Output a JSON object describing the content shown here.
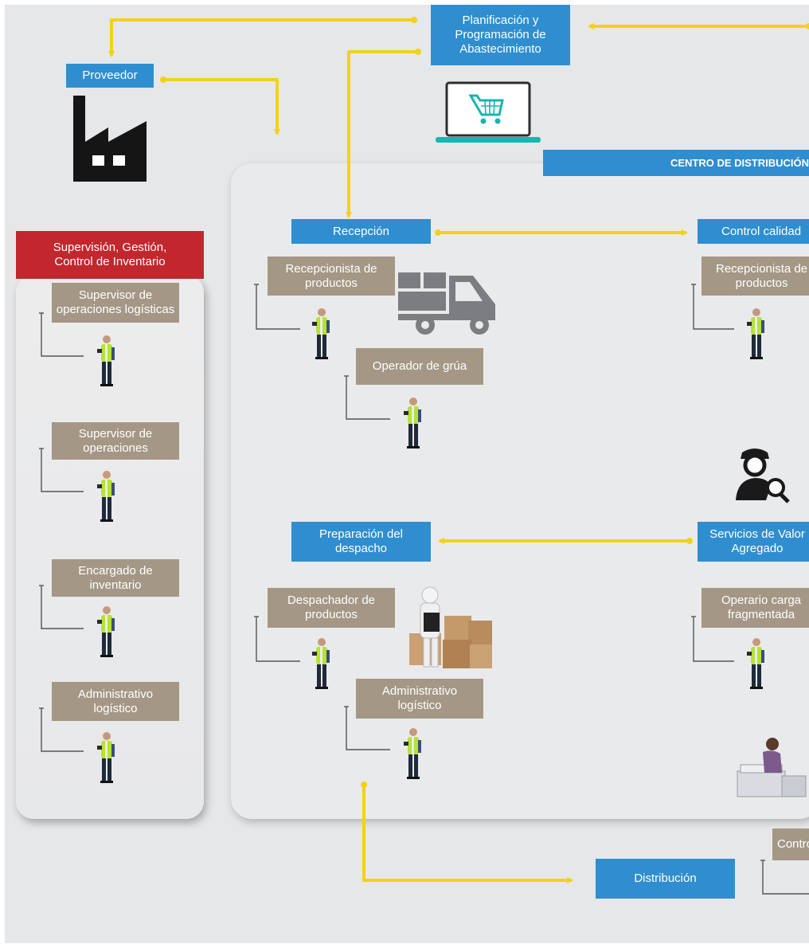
{
  "diagram": {
    "planning": "Planificación y\nProgramación de\nAbastecimiento",
    "supplier": "Proveedor",
    "distribution_center": "CENTRO DE DISTRIBUCIÓN",
    "distribution": "Distribución",
    "left_panel": {
      "title": "Supervisión, Gestión,\nControl de Inventario",
      "roles": [
        "Supervisor de\noperaciones logísticas",
        "Supervisor de\noperaciones",
        "Encargado de\ninventario",
        "Administrativo\nlogístico"
      ]
    },
    "reception": {
      "label": "Recepción",
      "roles": [
        "Recepcionista de\nproductos",
        "Operador de grúa"
      ]
    },
    "quality": {
      "label": "Control calidad",
      "roles": [
        "Recepcionista de\nproductos"
      ]
    },
    "dispatch": {
      "label": "Preparación del\ndespacho",
      "roles": [
        "Despachador de\nproductos",
        "Administrativo\nlogístico"
      ]
    },
    "value_added": {
      "label": "Servicios de Valor\nAgregado",
      "roles": [
        "Operario carga\nfragmentada"
      ]
    },
    "control_bottom": "Control"
  },
  "colors": {
    "blue": "#2f8ecf",
    "tan": "#a49785",
    "red": "#c1272d",
    "arrow": "#f2d219",
    "background": "#e6e7e9"
  }
}
